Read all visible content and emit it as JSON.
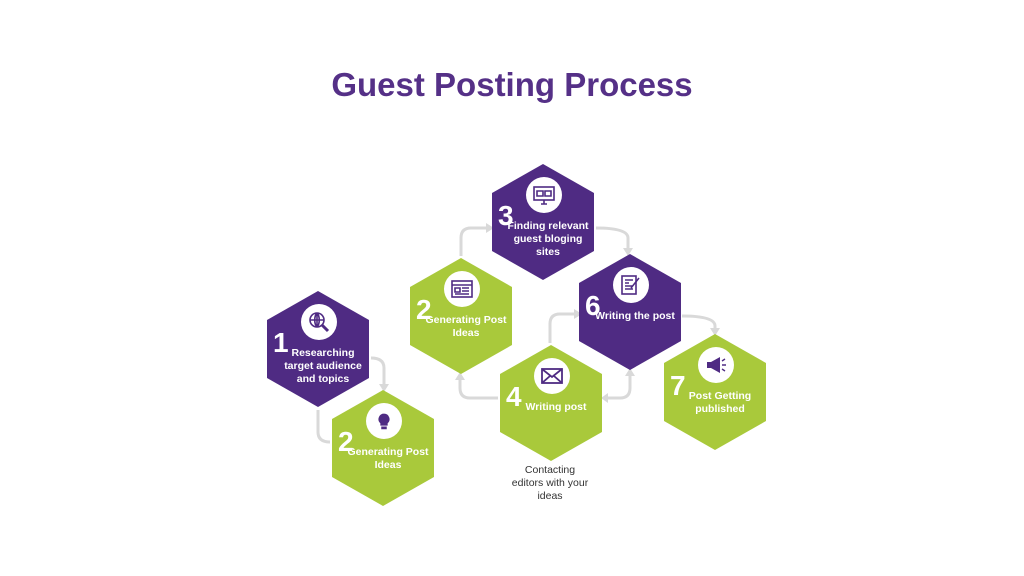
{
  "title": "Guest Posting Process",
  "colors": {
    "purple": "#4f2b83",
    "green": "#a9c93b",
    "title": "#553087"
  },
  "steps": [
    {
      "number": "1",
      "label": "Researching target audience and topics",
      "icon": "globe-search-icon",
      "color": "purple"
    },
    {
      "number": "2",
      "label": "Generating Post Ideas",
      "icon": "lightbulb-icon",
      "color": "green"
    },
    {
      "number": "2",
      "label": "Generating Post Ideas",
      "icon": "browser-window-icon",
      "color": "green"
    },
    {
      "number": "3",
      "label": "Finding relevant guest bloging sites",
      "icon": "monitor-icon",
      "color": "purple"
    },
    {
      "number": "6",
      "label": "Writing the post",
      "icon": "document-pen-icon",
      "color": "purple"
    },
    {
      "number": "4",
      "label": "Writing post",
      "icon": "envelope-icon",
      "color": "green"
    },
    {
      "number": "7",
      "label": "Post Getting published",
      "icon": "megaphone-icon",
      "color": "green"
    }
  ],
  "note": "Contacting editors with your ideas"
}
